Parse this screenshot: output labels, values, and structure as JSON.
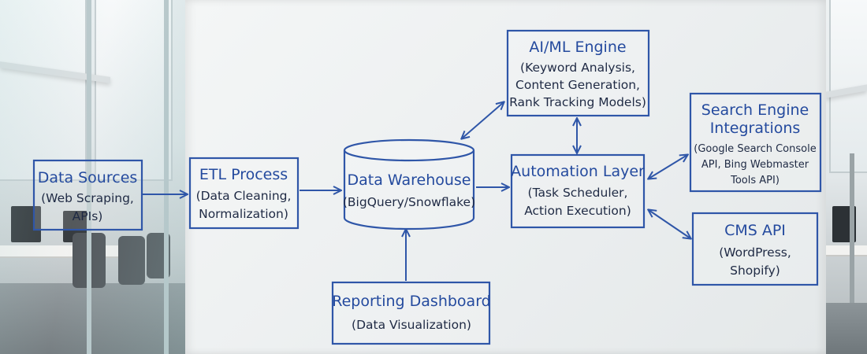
{
  "diagram": {
    "nodes": {
      "data_sources": {
        "title": "Data Sources",
        "lines": [
          "(Web Scraping,",
          "APIs)"
        ]
      },
      "etl": {
        "title": "ETL Process",
        "lines": [
          "(Data Cleaning,",
          "Normalization)"
        ]
      },
      "warehouse": {
        "title": "Data Warehouse",
        "lines": [
          "(BigQuery/Snowflake)"
        ]
      },
      "aiml": {
        "title": "AI/ML Engine",
        "lines": [
          "(Keyword Analysis,",
          "Content Generation,",
          "Rank Tracking Models)"
        ]
      },
      "automation": {
        "title": "Automation Layer",
        "lines": [
          "(Task Scheduler,",
          "Action Execution)"
        ]
      },
      "search_engine": {
        "title_lines": [
          "Search Engine",
          "Integrations"
        ],
        "lines": [
          "(Google Search Console",
          "API, Bing Webmaster",
          "Tools API)"
        ]
      },
      "cms": {
        "title": "CMS API",
        "lines": [
          "(WordPress,",
          "Shopify)"
        ]
      },
      "reporting": {
        "title": "Reporting Dashboard",
        "lines": [
          "(Data Visualization)"
        ]
      }
    },
    "edges": [
      {
        "from": "data_sources",
        "to": "etl",
        "direction": "forward"
      },
      {
        "from": "etl",
        "to": "warehouse",
        "direction": "forward"
      },
      {
        "from": "warehouse",
        "to": "automation",
        "direction": "forward"
      },
      {
        "from": "warehouse",
        "to": "aiml",
        "direction": "both"
      },
      {
        "from": "aiml",
        "to": "automation",
        "direction": "both"
      },
      {
        "from": "automation",
        "to": "search_engine",
        "direction": "both"
      },
      {
        "from": "automation",
        "to": "cms",
        "direction": "both"
      },
      {
        "from": "reporting",
        "to": "warehouse",
        "direction": "forward"
      }
    ],
    "ink_color": "#2f56a8",
    "text_color": "#1f2a44"
  }
}
